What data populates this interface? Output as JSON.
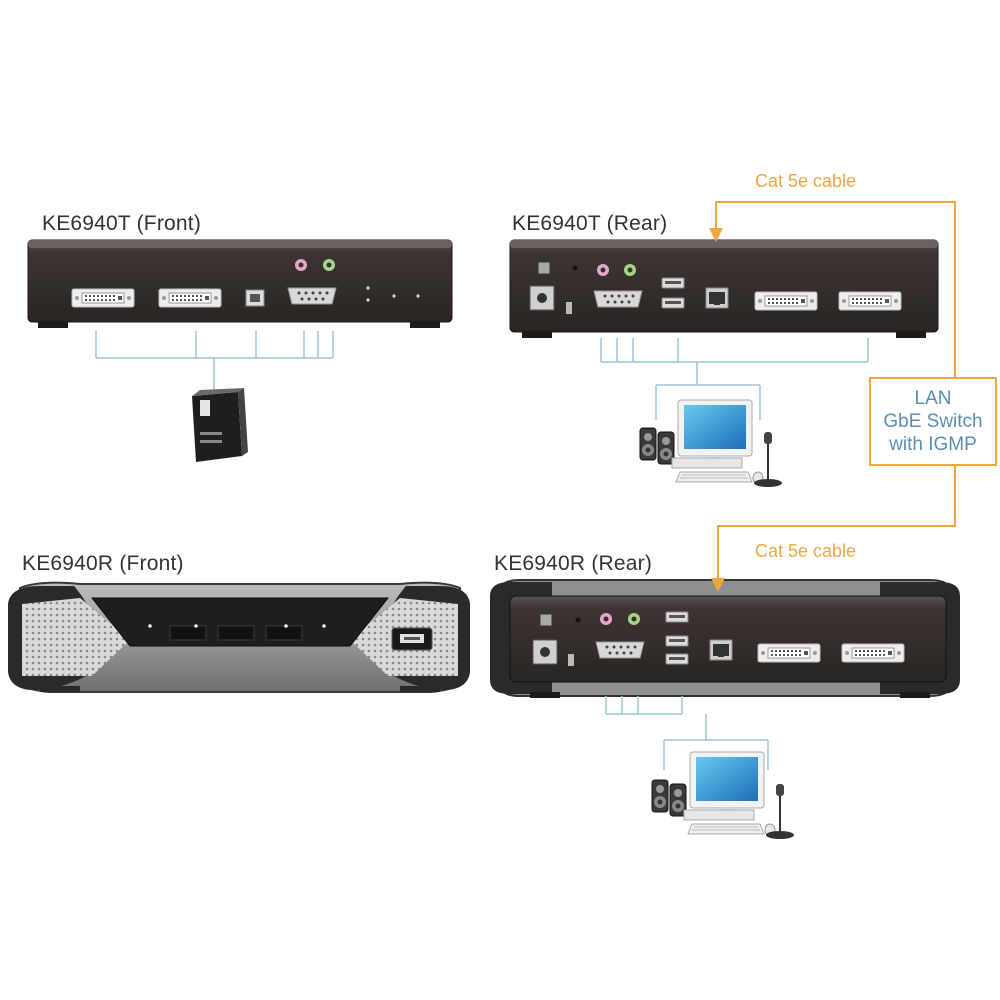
{
  "labels": {
    "t_front": "KE6940T (Front)",
    "t_rear": "KE6940T (Rear)",
    "r_front": "KE6940R (Front)",
    "r_rear": "KE6940R (Rear)"
  },
  "cables": {
    "top": "Cat 5e cable",
    "bottom": "Cat 5e cable"
  },
  "switch": {
    "line1": "LAN",
    "line2": "GbE Switch",
    "line3": "with IGMP"
  },
  "colors": {
    "cable": "#f0a640",
    "cable_text": "#f0a640",
    "switch_text": "#5b8fb2",
    "connector_line": "#9cc4d8",
    "device_body": "#3e3836",
    "device_top": "#6a625f",
    "port_face": "#e8e8e8"
  },
  "icons": [
    "computer-tower-icon",
    "workstation-icon",
    "speakers-icon",
    "microphone-icon",
    "monitor-icon",
    "keyboard-icon",
    "mouse-icon"
  ]
}
